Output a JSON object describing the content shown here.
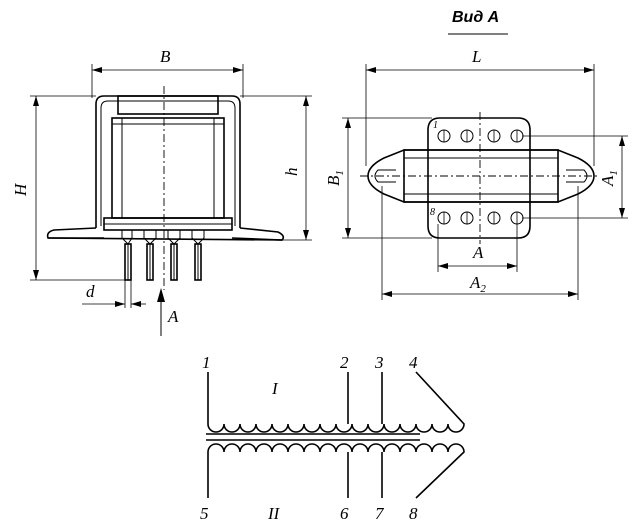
{
  "view_title": "Вид А",
  "side_view": {
    "width_label": "B",
    "height_label": "H",
    "body_height_label": "h",
    "pin_label": "d",
    "view_arrow_label": "A"
  },
  "top_view": {
    "length_label": "L",
    "b1_label": "B",
    "b1_sub": "1",
    "a1_label": "A",
    "a1_sub": "1",
    "a_label": "A",
    "a2_label": "A",
    "a2_sub": "2",
    "pin_mark_1": "1",
    "pin_mark_2": "8"
  },
  "schematic": {
    "primary_label": "I",
    "secondary_label": "II",
    "top_terminals": [
      "1",
      "2",
      "3",
      "4"
    ],
    "bottom_terminals": [
      "5",
      "6",
      "7",
      "8"
    ]
  }
}
